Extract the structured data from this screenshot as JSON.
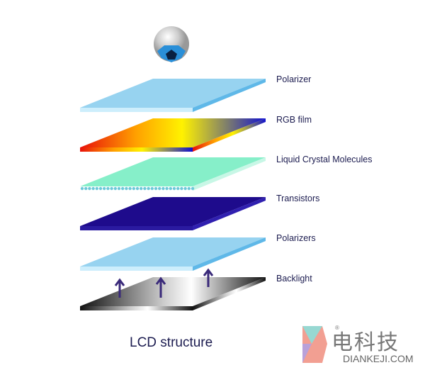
{
  "layers": [
    {
      "label": "Polarizer"
    },
    {
      "label": "RGB film"
    },
    {
      "label": "Liquid Crystal Molecules"
    },
    {
      "label": "Transistors"
    },
    {
      "label": "Polarizers"
    },
    {
      "label": "Backlight"
    }
  ],
  "title": "LCD structure",
  "watermark": {
    "cn": "电科技",
    "en": "DIANKEJI.COM",
    "reg": "®"
  },
  "colors": {
    "polarizer": "#97d3f0",
    "lc": "#86efc9",
    "transistor": "#1e0b8c",
    "text": "#1c1c50",
    "arrow": "#3a2a7a"
  }
}
